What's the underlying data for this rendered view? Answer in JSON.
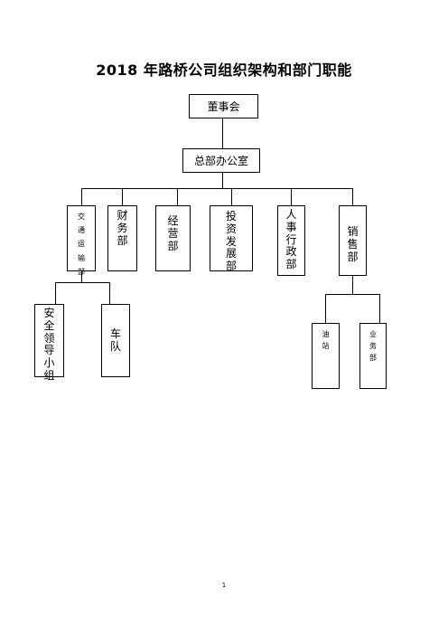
{
  "title": "2018 年路桥公司组织架构和部门职能",
  "nodes": {
    "board": "董事会",
    "general_office": "总部办公室",
    "transport": "交通运输部",
    "finance": "财务部",
    "operations": "经营部",
    "investment": "投资发展部",
    "hr_admin": "人事行政部",
    "sales": "销售部",
    "safety_group": "安全领导小组",
    "fleet": "车队",
    "gas_station": "油站",
    "business": "业务部"
  },
  "page_number": "1"
}
